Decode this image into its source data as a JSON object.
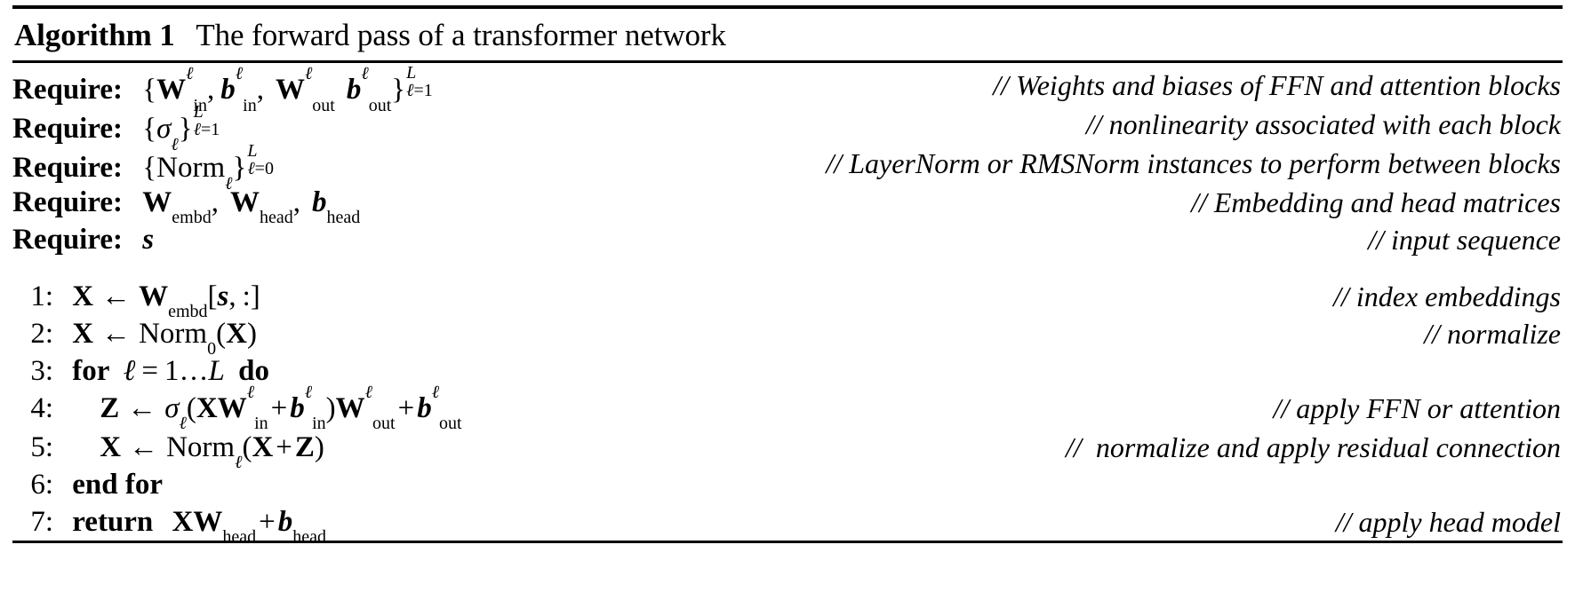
{
  "algorithm": {
    "label": "Algorithm 1",
    "title": "The forward pass of a transformer network",
    "keywords": {
      "require": "Require:",
      "for": "for",
      "do": "do",
      "end_for": "end for",
      "return": "return"
    },
    "requires": [
      {
        "id": "require-weights",
        "expression": "{W^l_in, b^l_in, W^l_out b^l_out}^L_{l=1}",
        "comment": "// Weights and biases of FFN and attention blocks"
      },
      {
        "id": "require-nonlinearity",
        "expression": "{sigma_l}^L_{l=1}",
        "comment": "// nonlinearity associated with each block"
      },
      {
        "id": "require-norms",
        "expression": "{Norm_l}^L_{l=0}",
        "comment": "// LayerNorm or RMSNorm instances to perform between blocks"
      },
      {
        "id": "require-embd-head",
        "expression": "W_embd, W_head, b_head",
        "comment": "// Embedding and head matrices"
      },
      {
        "id": "require-sequence",
        "expression": "s",
        "comment": "// input sequence"
      }
    ],
    "steps": [
      {
        "number": "1:",
        "expression": "X <- W_embd[s, :]",
        "comment": "// index embeddings"
      },
      {
        "number": "2:",
        "expression": "X <- Norm_0(X)",
        "comment": "// normalize"
      },
      {
        "number": "3:",
        "expression": "for l = 1 ... L do",
        "comment": ""
      },
      {
        "number": "4:",
        "expression": "Z <- sigma_l(X W^l_in + b^l_in) W^l_out + b^l_out",
        "comment": "// apply FFN or attention"
      },
      {
        "number": "5:",
        "expression": "X <- Norm_l(X + Z)",
        "comment": "//  normalize and apply residual connection"
      },
      {
        "number": "6:",
        "expression": "end for",
        "comment": ""
      },
      {
        "number": "7:",
        "expression": "return X W_head + b_head",
        "comment": "// apply head model"
      }
    ],
    "symbols": {
      "ell": "ℓ",
      "sigma": "σ",
      "arrow_left": "←",
      "ellipsis": "…",
      "L": "L",
      "W": "W",
      "X": "X",
      "Z": "Z",
      "b": "b",
      "s": "s",
      "norm": "Norm",
      "sub_in": "in",
      "sub_out": "out",
      "sub_embd": "embd",
      "sub_head": "head",
      "zero": "0",
      "one": "1",
      "eq": "=",
      "plus": "+",
      "brace_open": "{",
      "brace_close": "}",
      "bracket_open": "[",
      "bracket_close": "]",
      "paren_open": "(",
      "paren_close": ")",
      "comma": ",",
      "colon": ":"
    },
    "colors": {
      "text": "#000000",
      "background": "#ffffff",
      "rule": "#000000"
    }
  }
}
